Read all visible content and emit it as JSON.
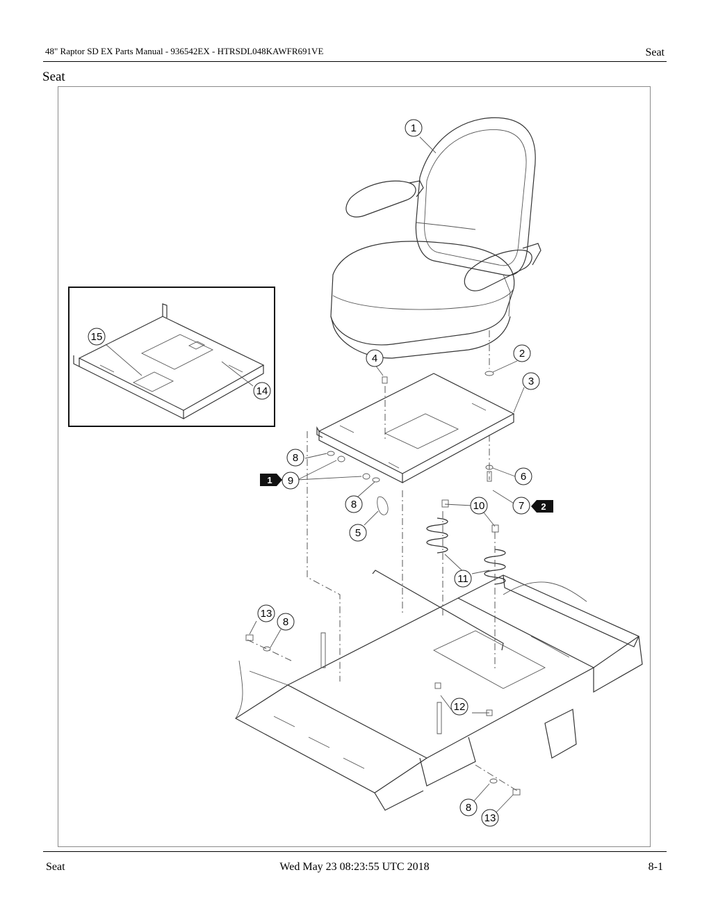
{
  "header": {
    "manual_title": "48\" Raptor SD EX Parts Manual - 936542EX - HTRSDL048KAWFR691VE",
    "section_name": "Seat"
  },
  "page_title": "Seat",
  "figure": {
    "callouts": [
      "1",
      "2",
      "3",
      "4",
      "5",
      "6",
      "7",
      "8",
      "8",
      "8",
      "8",
      "9",
      "10",
      "11",
      "12",
      "13",
      "13",
      "14",
      "15"
    ],
    "tags": [
      "1",
      "2"
    ]
  },
  "footer": {
    "left": "Seat",
    "center": "Wed May 23 08:23:55 UTC 2018",
    "right": "8-1"
  }
}
